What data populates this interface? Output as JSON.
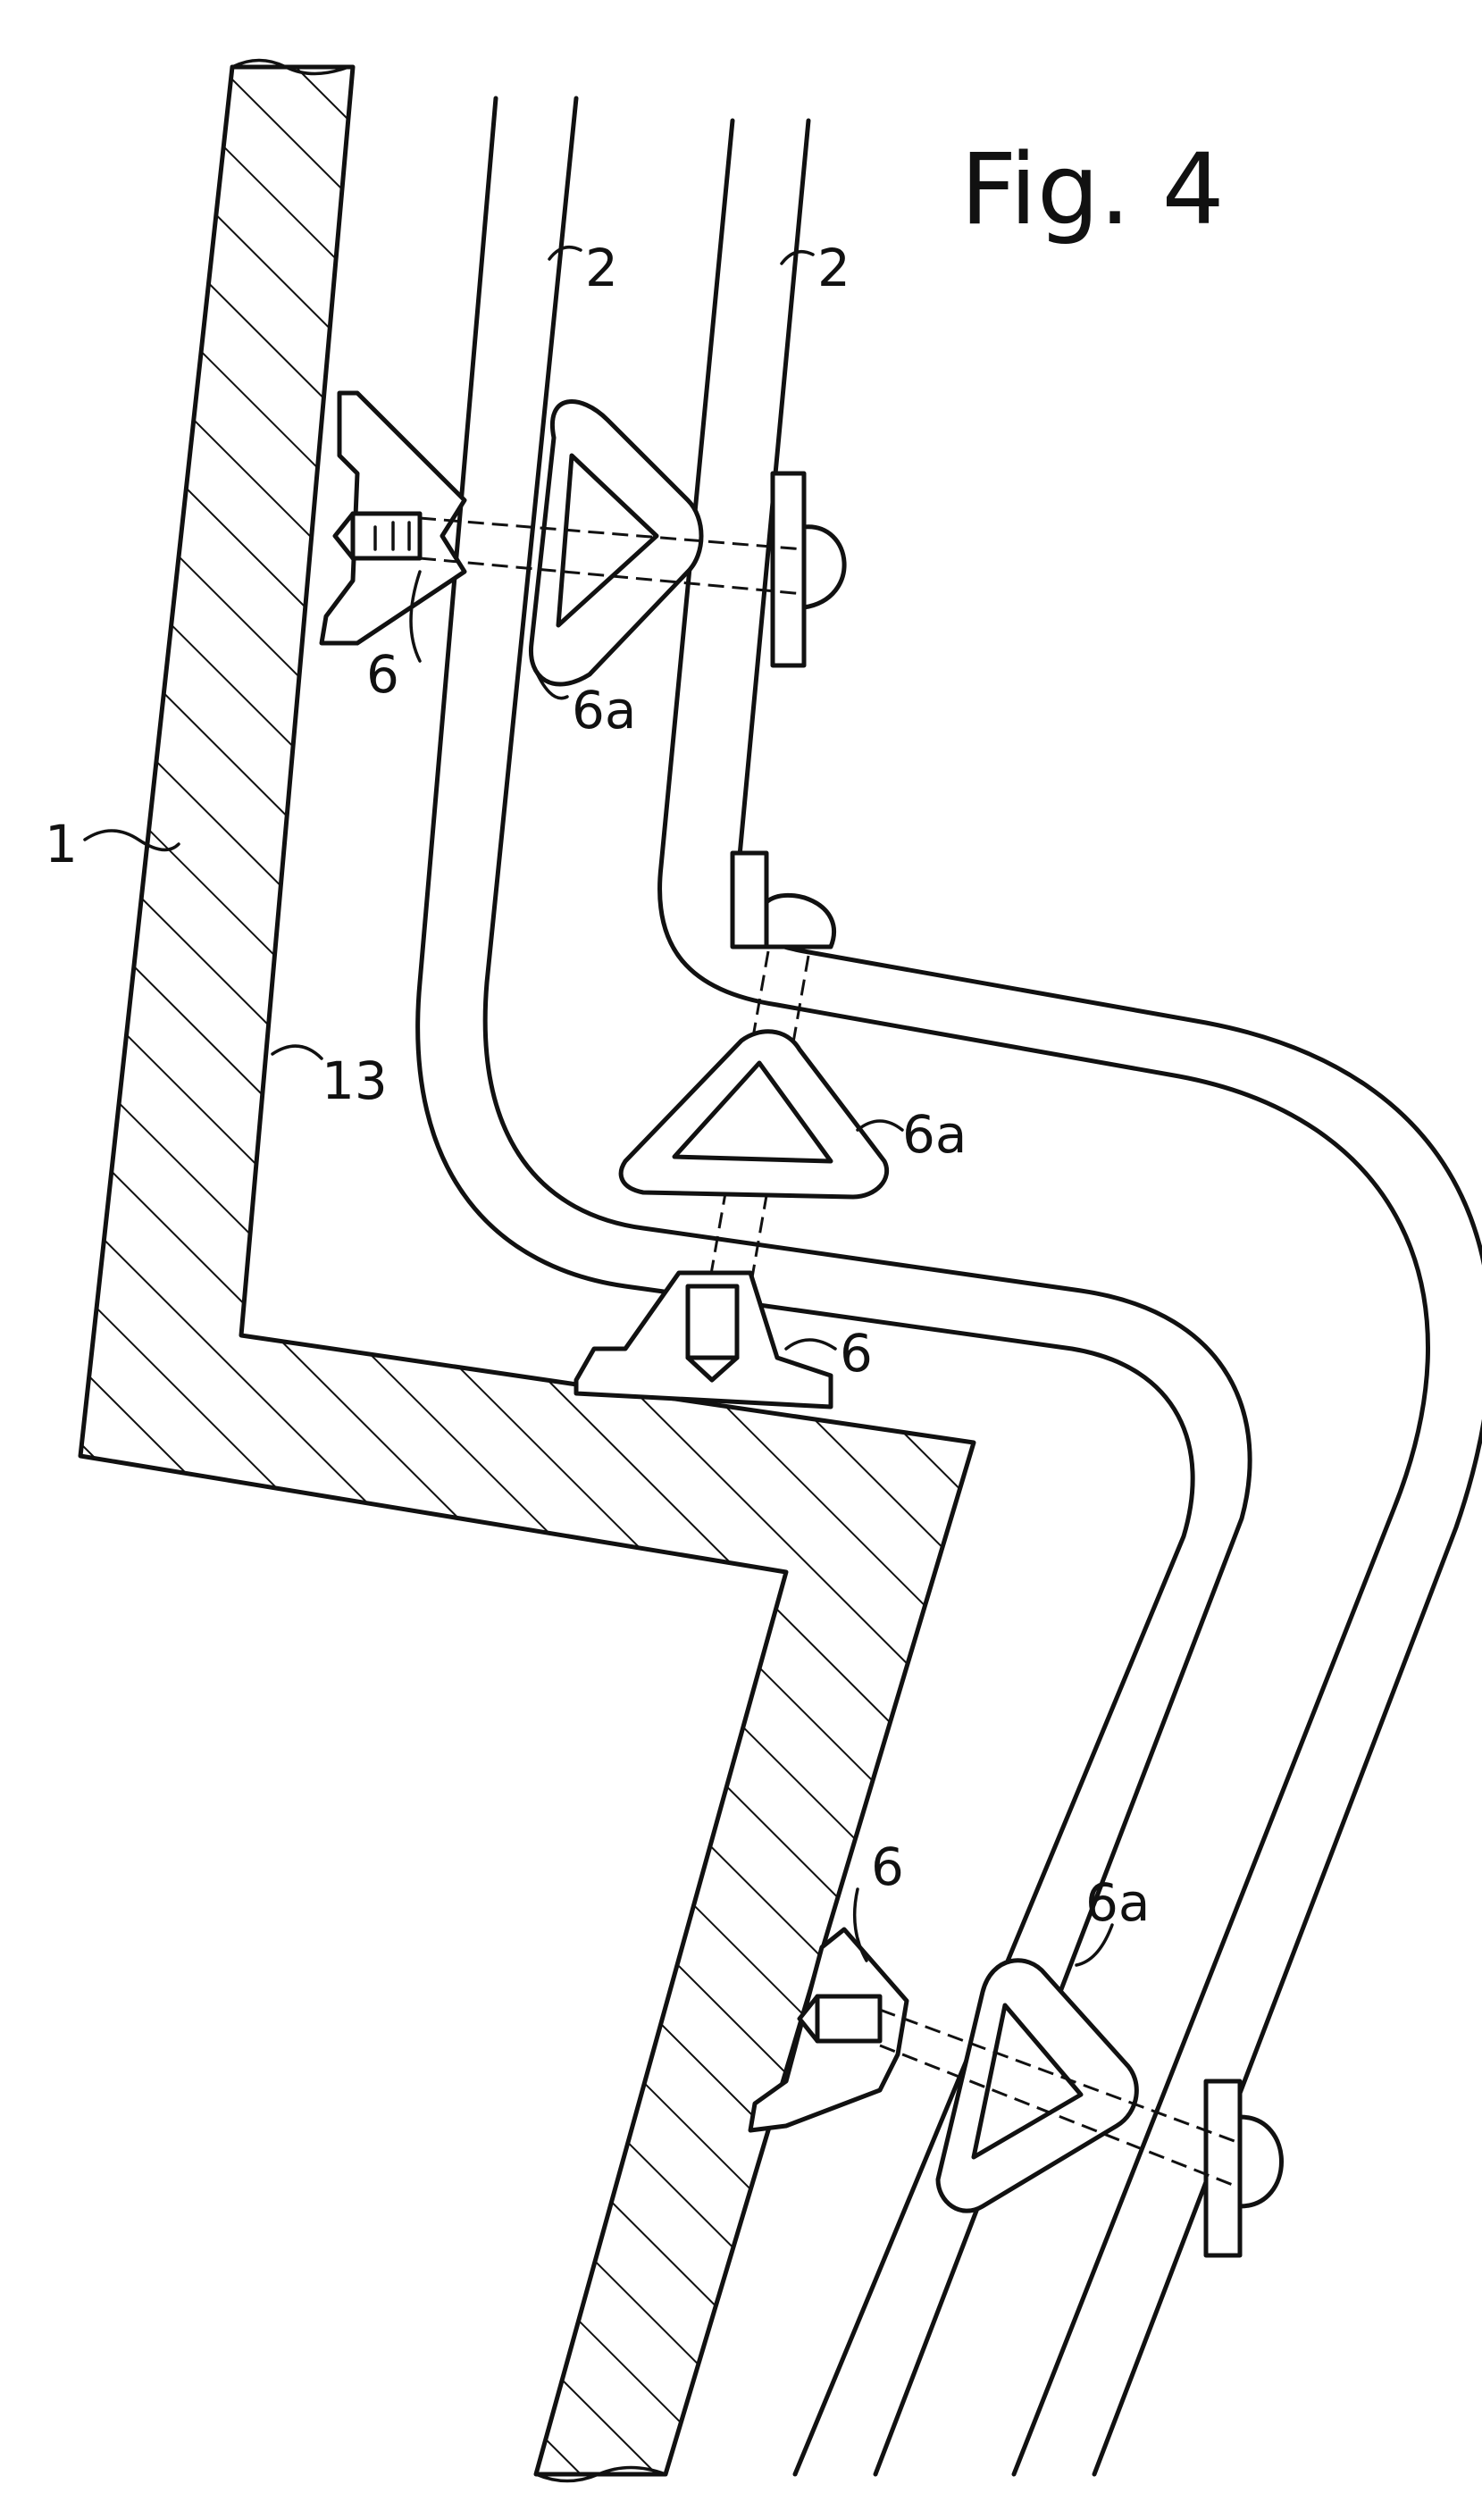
{
  "figure": {
    "title": "Fig. 4"
  },
  "labels": {
    "wall": "1",
    "tube_left": "2",
    "tube_right": "2",
    "surface": "13",
    "holder_top": "6",
    "clamp_top": "6a",
    "clamp_middle": "6a",
    "holder_middle": "6",
    "holder_bottom": "6",
    "clamp_bottom": "6a"
  },
  "colors": {
    "ink": "#111111",
    "paper": "#ffffff"
  }
}
